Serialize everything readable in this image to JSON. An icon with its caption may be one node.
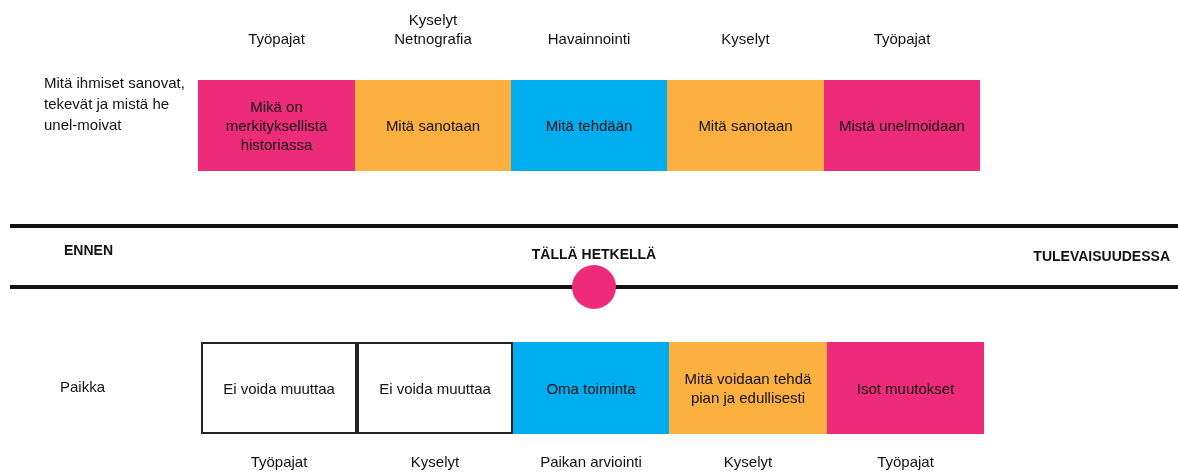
{
  "diagram": {
    "nodes": [
      {
        "text": [
          "Mikä on merkityksellistä historiassa"
        ],
        "beside": [
          "Työpajat"
        ]
      },
      {
        "text": [
          "Mitä sanotaan"
        ],
        "beside": [
          "Kyselyt Netnografia"
        ]
      },
      {
        "text": [
          "Mitä tehdään"
        ],
        "beside": [
          "Havainnointi"
        ]
      },
      {
        "text": [
          "Mitä sanotaan"
        ],
        "beside": [
          "Kyselyt"
        ]
      },
      {
        "text": [
          "Mistä unelmoidaan"
        ],
        "beside": [
          "Työpajat"
        ]
      },
      {
        "text": [
          "Ei voida muuttaa"
        ],
        "beside": [
          "Työpajat"
        ]
      },
      {
        "text": [
          "Ei voida muuttaa"
        ],
        "beside": [
          "Kyselyt"
        ]
      },
      {
        "text": [
          "Oma toiminta"
        ],
        "beside": [
          "Paikan arviointi"
        ]
      },
      {
        "text": [
          "Mitä voidaan tehdä pian ja edullisesti"
        ],
        "beside": [
          "Kyselyt"
        ]
      },
      {
        "text": [
          "Isot muutokset"
        ],
        "beside": [
          "Työpajat"
        ]
      }
    ],
    "edges": [],
    "labels": [
      "Mitä ihmiset sanovat, tekevät ja mistä he unel-moivat",
      "ENNEN",
      "TÄLLÄ HETKELLÄ",
      "TULEVAISUUDESSA",
      "Paikka"
    ]
  }
}
